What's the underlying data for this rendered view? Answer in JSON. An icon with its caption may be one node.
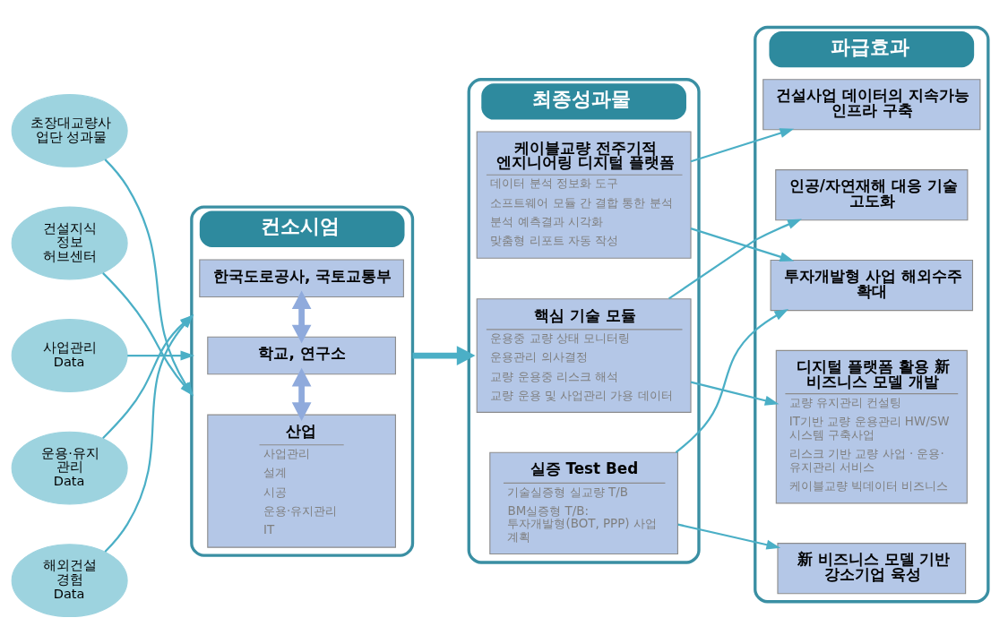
{
  "diagram": {
    "nodes": [
      {
        "text": [
          "초장대교량사업단 성과물"
        ]
      },
      {
        "text": [
          "건설지식 정보 허브센터"
        ]
      },
      {
        "text": [
          "사업관리 Data"
        ]
      },
      {
        "text": [
          "운용·유지 관리 Data"
        ]
      },
      {
        "text": [
          "해외건설 경험 Data"
        ]
      },
      {
        "text": [
          "컨소시엄"
        ]
      },
      {
        "text": [
          "산업",
          "사업관리",
          "설계",
          "시공",
          "운용·유지관리",
          "IT"
        ],
        "in": 5
      },
      {
        "text": [
          "학교, 연구소"
        ],
        "in": 5
      },
      {
        "text": [
          "한국도로공사, 국토교통부"
        ],
        "in": 5
      },
      {
        "text": [
          "최종성과물"
        ]
      },
      {
        "text": [
          "케이블교량 전주기적 엔지니어링 디지털 플랫폼",
          "데이터 분석 정보화 도구",
          "소프트웨어 모듈 간 결합 통한 분석",
          "분석 예측결과 시각화",
          "맞춤형 리포트 자동 작성"
        ],
        "in": 9
      },
      {
        "text": [
          "핵심 기술 모듈",
          "운용중 교량 상태 모니터링",
          "운용관리 의사결정",
          "교량 운용중 리스크 해석",
          "교량 운용 및 사업관리 가용 데이터"
        ],
        "in": 9
      },
      {
        "text": [
          "실증 Test Bed",
          "기술실증형 실교량 T/B",
          "BM실증형 T/B: 투자개발형(BOT, PPP) 사업 계획"
        ],
        "in": 9
      },
      {
        "text": [
          "파급효과"
        ]
      },
      {
        "text": [
          "투자개발형 사업 해외수주 확대"
        ],
        "in": 13
      },
      {
        "text": [
          "디지털 플랫폼 활용 新 비즈니스 모델 개발",
          "교량 유지관리 컨설팅",
          "IT기반 교량 운용관리 HW/SW 시스템 구축사업",
          "리스크 기반 교량 사업 · 운용· 유지관리 서비스",
          "케이블교량 빅데이터 비즈니스"
        ],
        "in": 13
      },
      {
        "text": [
          "新 비즈니스 모델 기반 강소기업 육성"
        ],
        "in": 13
      },
      {
        "text": [
          "건설사업 데이터의 지속가능 인프라 구축"
        ],
        "in": 13
      },
      {
        "text": [
          "인공/자연재해 대응 기술 고도화"
        ],
        "in": 13
      }
    ],
    "edges": [
      {
        "from": 0,
        "to": 5,
        "arrow": "to"
      },
      {
        "from": 1,
        "to": 5,
        "arrow": "to"
      },
      {
        "from": 2,
        "to": 5,
        "arrow": "to"
      },
      {
        "from": 3,
        "to": 5,
        "arrow": "to"
      },
      {
        "from": 4,
        "to": 5,
        "arrow": "to"
      },
      {
        "from": 6,
        "to": 7,
        "arrow": "both",
        "style": "thick",
        "color": "#8faadc"
      },
      {
        "from": 7,
        "to": 8,
        "arrow": "both",
        "style": "thick",
        "color": "#8faadc"
      },
      {
        "from": 5,
        "to": 9,
        "arrow": "to",
        "style": "thick"
      },
      {
        "from": 10,
        "to": 14,
        "arrow": "to"
      },
      {
        "from": 10,
        "to": 17,
        "arrow": "to"
      },
      {
        "from": 11,
        "to": 15,
        "arrow": "to"
      },
      {
        "from": 11,
        "to": 18,
        "arrow": "to"
      },
      {
        "from": 12,
        "to": 16,
        "arrow": "to"
      },
      {
        "from": 12,
        "to": 14,
        "arrow": "to"
      }
    ]
  }
}
